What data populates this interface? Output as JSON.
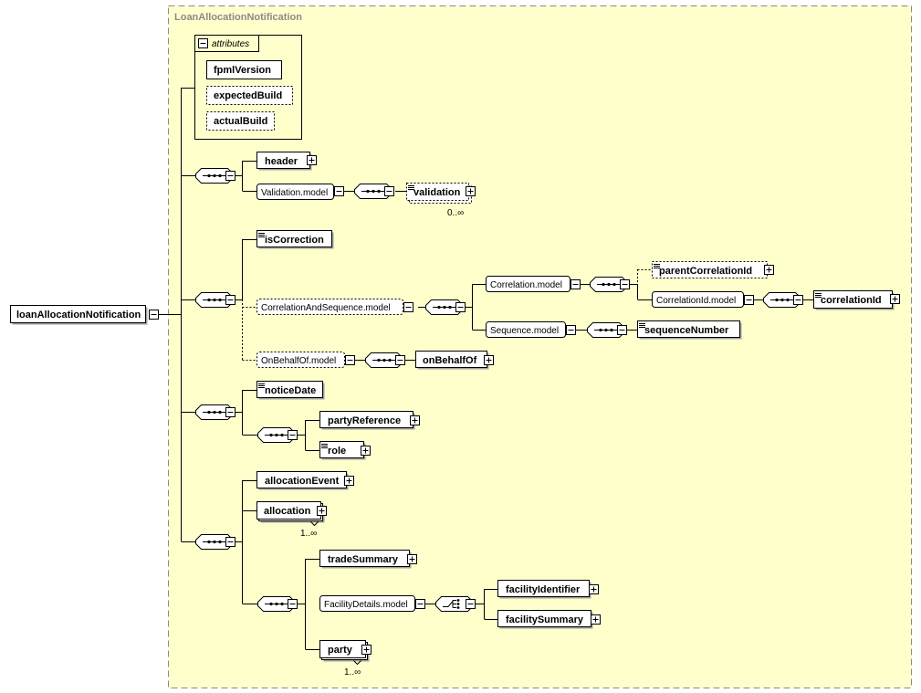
{
  "colors": {
    "background": "#ffffcc",
    "border": "#8a8a8a",
    "box_shadow": "#a0a0a0",
    "box_fill": "#ffffff",
    "line": "#000000"
  },
  "group": {
    "title": "LoanAllocationNotification"
  },
  "root": {
    "label": "loanAllocationNotification"
  },
  "attributes": {
    "title": "attributes",
    "items": [
      {
        "label": "fpmlVersion",
        "optional": false
      },
      {
        "label": "expectedBuild",
        "optional": true
      },
      {
        "label": "actualBuild",
        "optional": true
      }
    ]
  },
  "elements": {
    "header": "header",
    "validation_model": "Validation.model",
    "validation": "validation",
    "validation_card": "0..∞",
    "is_correction": "isCorrection",
    "correlation_and_sequence_model": "CorrelationAndSequence.model",
    "correlation_model": "Correlation.model",
    "parent_correlation_id": "parentCorrelationId",
    "correlation_id_model": "CorrelationId.model",
    "correlation_id": "correlationId",
    "sequence_model": "Sequence.model",
    "sequence_number": "sequenceNumber",
    "on_behalf_of_model": "OnBehalfOf.model",
    "on_behalf_of": "onBehalfOf",
    "notice_date": "noticeDate",
    "party_reference": "partyReference",
    "role": "role",
    "allocation_event": "allocationEvent",
    "allocation": "allocation",
    "allocation_card": "1..∞",
    "trade_summary": "tradeSummary",
    "facility_details_model": "FacilityDetails.model",
    "facility_identifier": "facilityIdentifier",
    "facility_summary": "facilitySummary",
    "party": "party",
    "party_card": "1..∞"
  },
  "icons": {
    "sequence": "sequence-compositor-icon",
    "choice": "choice-compositor-icon",
    "expand": "plus-icon",
    "collapse": "minus-icon",
    "doc": "documentation-icon"
  }
}
